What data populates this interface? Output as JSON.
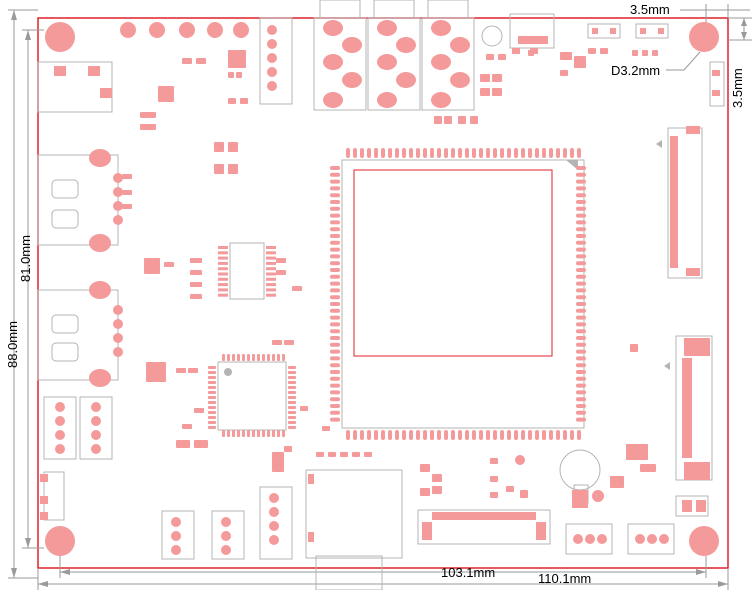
{
  "dimensions": {
    "top_width": "3.5mm",
    "side_height": "3.5mm",
    "hole": "D3.2mm",
    "outer_height": "88.0mm",
    "inner_height": "81.0mm",
    "inner_width": "103.1mm",
    "outer_width": "110.1mm"
  },
  "colors": {
    "pad": "#f49a9a",
    "board_edge": "#e0202a",
    "outline": "#b4b4b4",
    "dimension_line": "#9a9a9a"
  }
}
